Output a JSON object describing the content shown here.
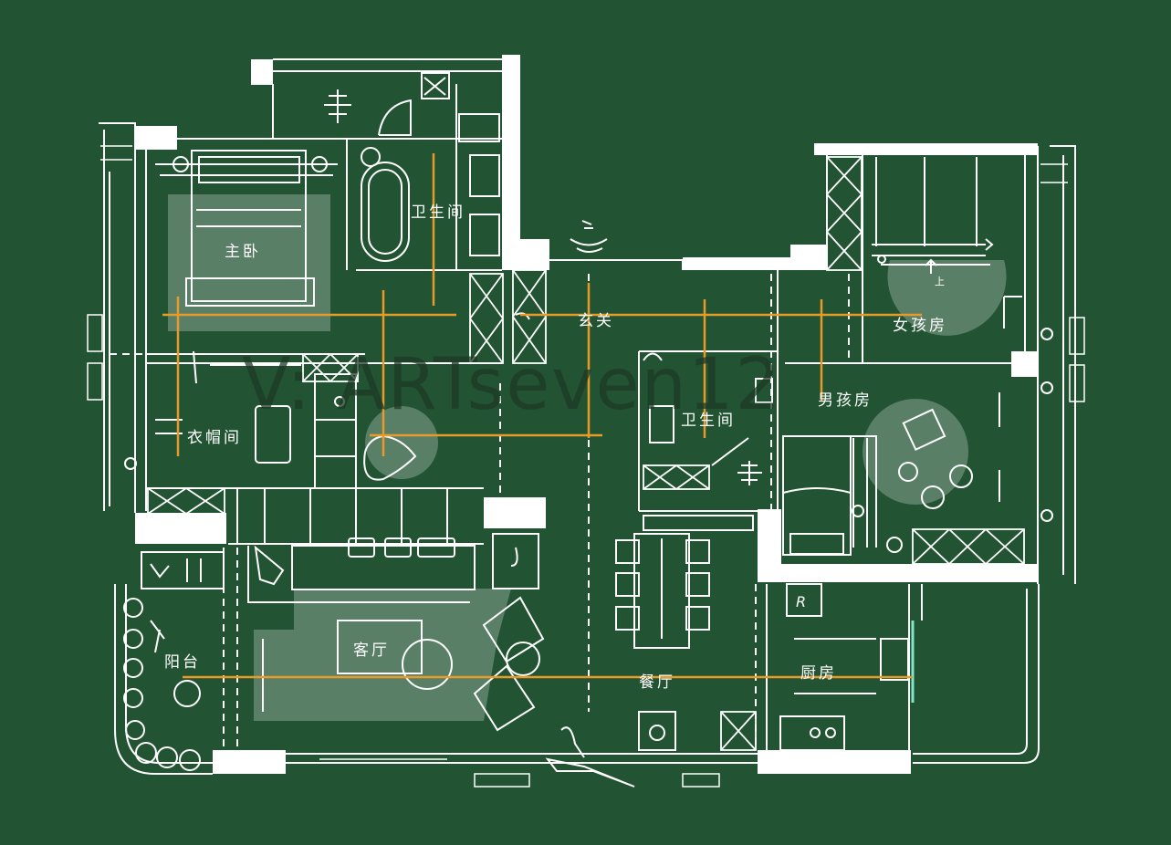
{
  "watermark": "V: ARTseven12",
  "rooms": {
    "master_bedroom": "主卧",
    "bathroom_master": "卫生间",
    "entrance": "玄关",
    "girls_room": "女孩房",
    "boys_room": "男孩房",
    "bathroom_center": "卫生间",
    "cloakroom": "衣帽间",
    "balcony": "阳台",
    "living_room": "客厅",
    "dining_room": "餐厅",
    "kitchen": "厨房"
  },
  "annotations": {
    "stair_up": "上",
    "fridge_mark": "R"
  },
  "colors": {
    "background": "#225433",
    "lines": "#ffffff",
    "axis_lines": "#e89a2a",
    "watermark": "#1d3a26"
  }
}
